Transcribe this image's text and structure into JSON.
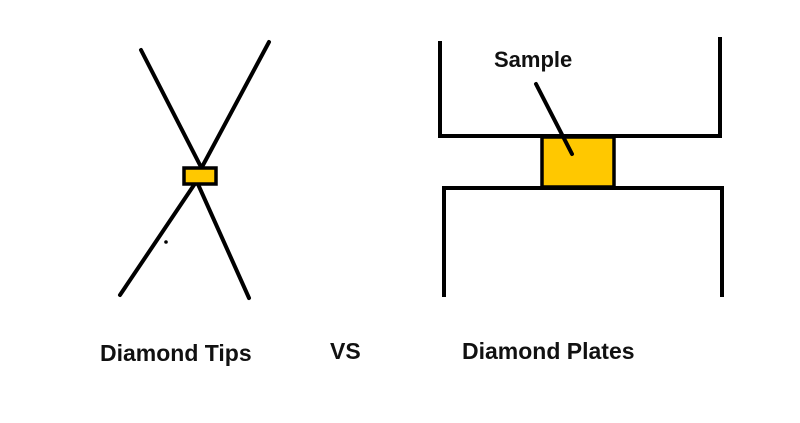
{
  "labels": {
    "sample": "Sample",
    "left_caption": "Diamond Tips",
    "vs": "VS",
    "right_caption": "Diamond Plates"
  },
  "colors": {
    "sample_fill": "#FFC800",
    "stroke": "#000000"
  }
}
